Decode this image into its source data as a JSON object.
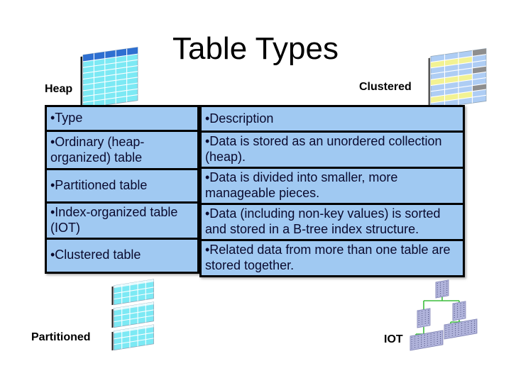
{
  "slide": {
    "title": "Table Types"
  },
  "labels": {
    "heap": "Heap",
    "clustered": "Clustered",
    "partitioned": "Partitioned",
    "iot": "IOT"
  },
  "table": {
    "type_column": {
      "header": "•Type",
      "cells": [
        "•Ordinary (heap-organized) table",
        "•Partitioned table",
        "•Index-organized table (IOT)",
        "•Clustered table"
      ]
    },
    "description_column": {
      "header": "•Description",
      "cells": [
        "•Data is stored as an unordered collection (heap).",
        "•Data is divided into smaller, more manageable pieces.",
        "•Data (including non-key values) is sorted and stored in a B-tree index structure.",
        "•Related data from more than one table are stored together."
      ]
    }
  },
  "colors": {
    "slide-bg": "#FFFFFF",
    "title-color": "#000000",
    "label-color": "#000000",
    "cell-bg": "#A0C9F2",
    "cell-border": "#000000",
    "text-main": "#0A0A2E",
    "text-small": "#4E5A8A",
    "icon-cyan": "#7CE9F4",
    "icon-header-blue": "#2E6FD1",
    "icon-grid-white": "#FFFFFF",
    "icon-spine": "#1A1A1A",
    "icon-cluster-blue": "#AECDF4",
    "icon-cluster-yellow": "#F2F293",
    "icon-cluster-gray": "#8E8E8E",
    "icon-iot-lavender": "#B9BCE2",
    "icon-iot-stroke": "#7A7DB0",
    "icon-iot-dots": "#34366A",
    "icon-iot-green": "#3DBE3D"
  }
}
